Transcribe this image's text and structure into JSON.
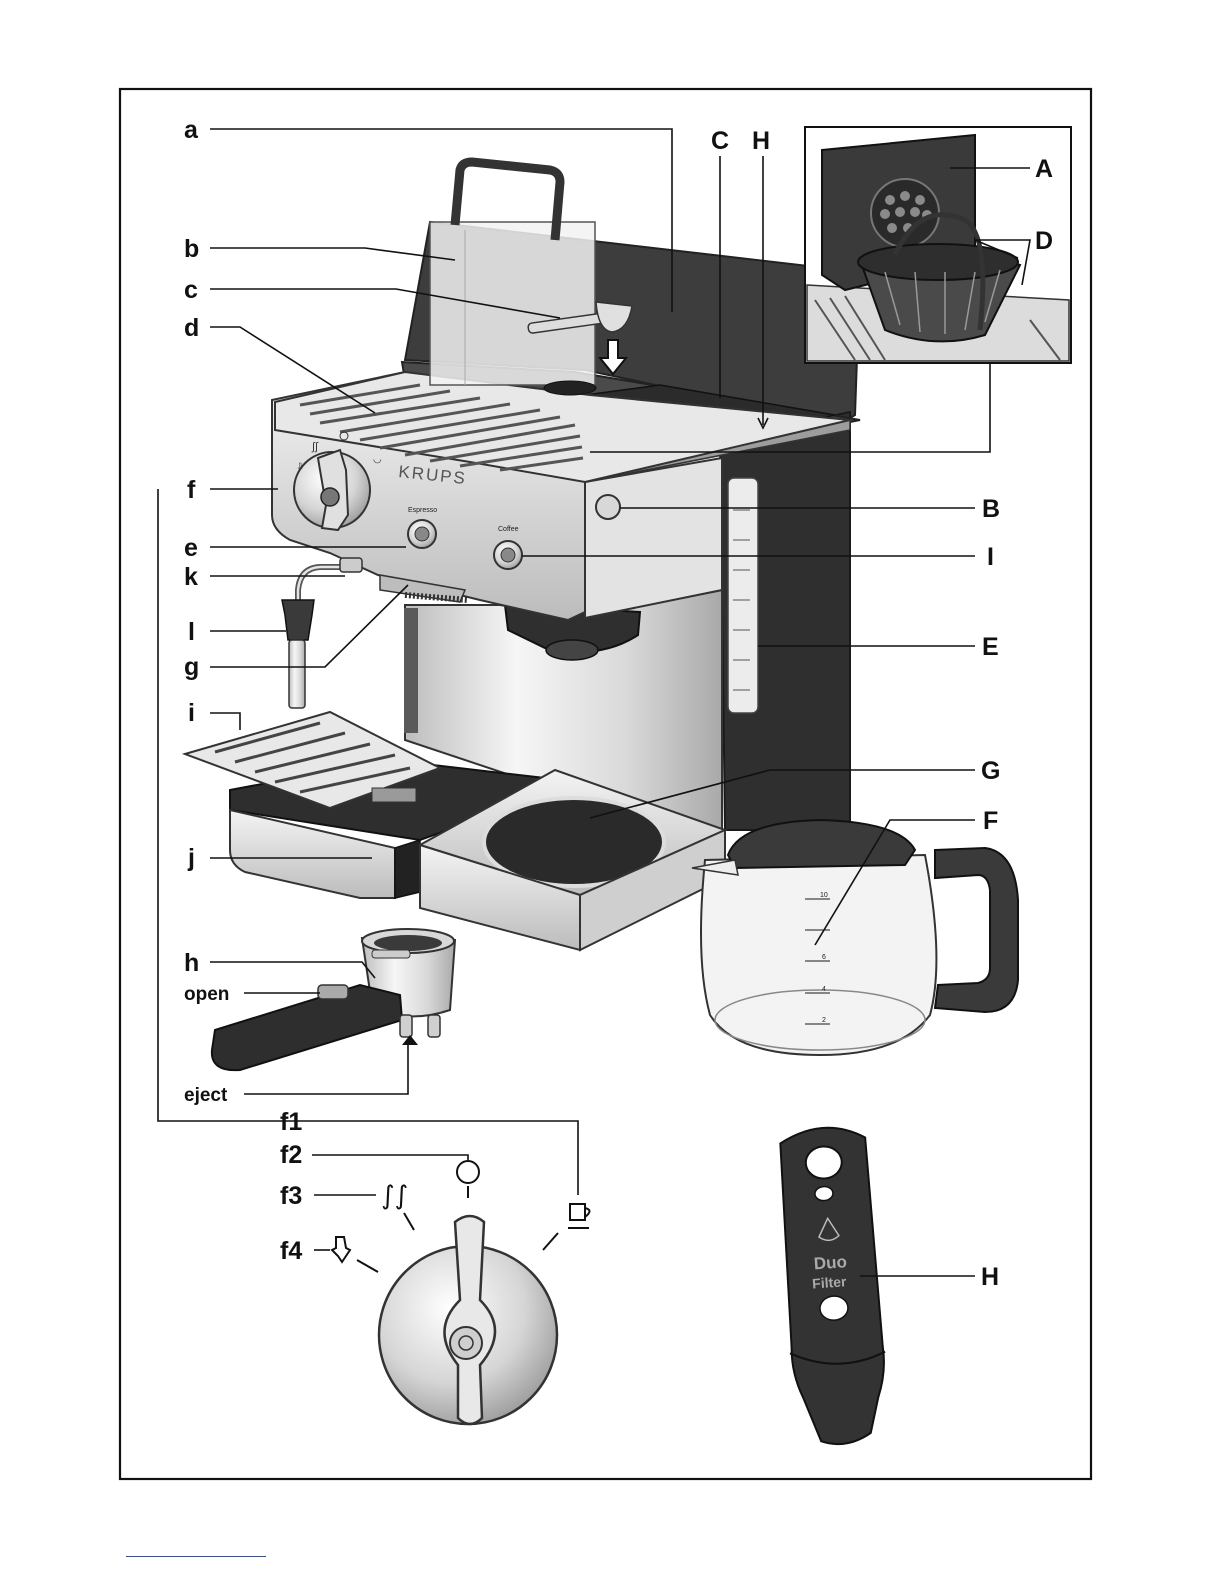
{
  "labels": {
    "a": "a",
    "b": "b",
    "c": "c",
    "d": "d",
    "e": "e",
    "f": "f",
    "k": "k",
    "l": "l",
    "g": "g",
    "i": "i",
    "j": "j",
    "h": "h",
    "open": "open",
    "eject": "eject",
    "f1": "f1",
    "f2": "f2",
    "f3": "f3",
    "f4": "f4",
    "C": "C",
    "H_top": "H",
    "A": "A",
    "D": "D",
    "B": "B",
    "I": "I",
    "E": "E",
    "G": "G",
    "F": "F",
    "H_bottom": "H"
  },
  "machine_text": {
    "brand": "KRUPS",
    "espresso_button": "Espresso",
    "coffee_button": "Coffee"
  },
  "duo_filter_text": {
    "line1": "Duo",
    "line2": "Filter"
  },
  "carafe_scale": [
    "10",
    "6",
    "4",
    "2"
  ],
  "colors": {
    "dark_body": "#3a3a3a",
    "steel_light": "#f2f2f2",
    "steel_mid": "#c8c8c8",
    "frame": "#111111"
  }
}
